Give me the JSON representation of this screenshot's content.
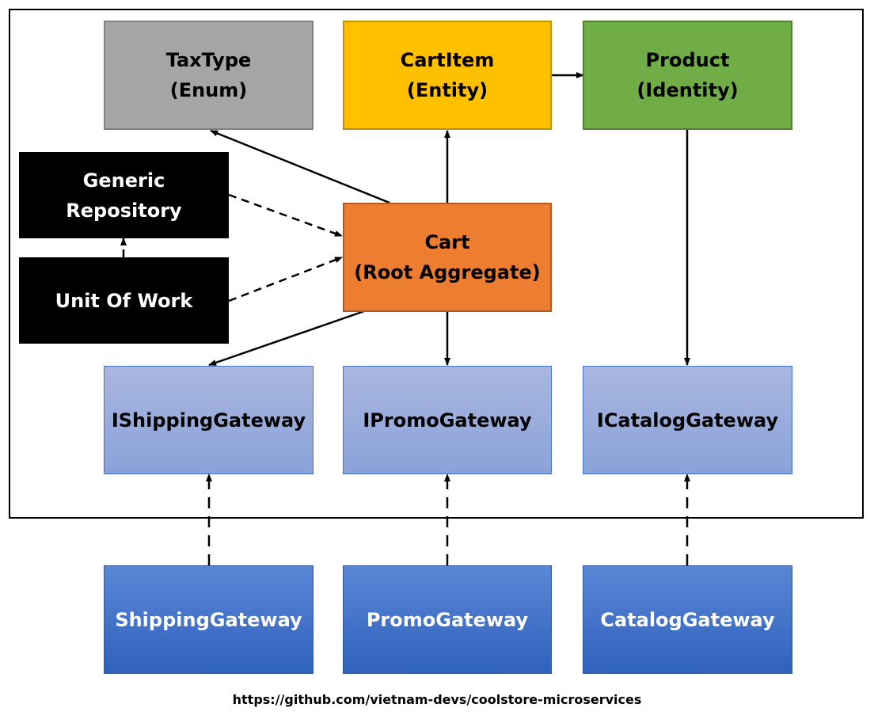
{
  "diagram": {
    "nodes": {
      "taxtype": "TaxType\n(Enum)",
      "cartitem": "CartItem\n(Entity)",
      "product": "Product\n(Identity)",
      "generic_repository": "Generic\nRepository",
      "unit_of_work": "Unit Of Work",
      "cart": "Cart\n(Root Aggregate)",
      "ishipping_gateway": "IShippingGateway",
      "ipromo_gateway": "IPromoGateway",
      "icatalog_gateway": "ICatalogGateway",
      "shipping_gateway": "ShippingGateway",
      "promo_gateway": "PromoGateway",
      "catalog_gateway": "CatalogGateway"
    },
    "edges": [
      {
        "from": "cart",
        "to": "taxtype",
        "style": "solid"
      },
      {
        "from": "cart",
        "to": "cartitem",
        "style": "solid"
      },
      {
        "from": "cartitem",
        "to": "product",
        "style": "solid"
      },
      {
        "from": "generic_repository",
        "to": "cart",
        "style": "dashed"
      },
      {
        "from": "unit_of_work",
        "to": "cart",
        "style": "dashed"
      },
      {
        "from": "unit_of_work",
        "to": "generic_repository",
        "style": "dashed"
      },
      {
        "from": "cart",
        "to": "ishipping_gateway",
        "style": "solid"
      },
      {
        "from": "cart",
        "to": "ipromo_gateway",
        "style": "solid"
      },
      {
        "from": "product",
        "to": "icatalog_gateway",
        "style": "solid"
      },
      {
        "from": "shipping_gateway",
        "to": "ishipping_gateway",
        "style": "dashed"
      },
      {
        "from": "promo_gateway",
        "to": "ipromo_gateway",
        "style": "dashed"
      },
      {
        "from": "catalog_gateway",
        "to": "icatalog_gateway",
        "style": "dashed"
      }
    ],
    "colors": {
      "enum": "#a5a5a5",
      "entity": "#ffc000",
      "identity": "#70ad47",
      "infrastructure": "#000000",
      "aggregate": "#ed7d31",
      "interface": "#8faadc",
      "implementation": "#4472c4"
    }
  },
  "footer": {
    "url": "https://github.com/vietnam-devs/coolstore-microservices"
  }
}
